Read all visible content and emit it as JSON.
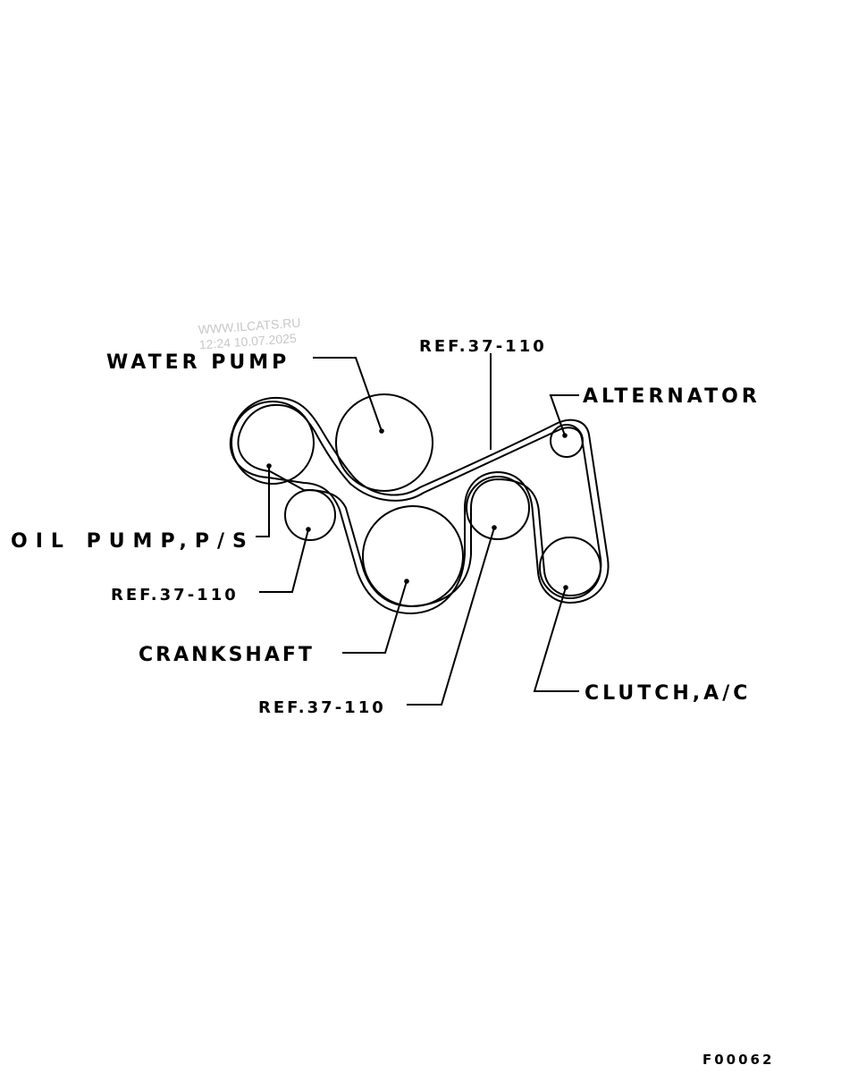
{
  "watermark": {
    "site": "WWW.ILCATS.RU",
    "timestamp": "12:24 10.07.2025"
  },
  "labels": {
    "water_pump": "WATER PUMP",
    "alternator": "ALTERNATOR",
    "oil_pump": "OIL PUMP,P/S",
    "crankshaft": "CRANKSHAFT",
    "clutch": "CLUTCH,A/C",
    "ref_top": "REF.37-110",
    "ref_left": "REF.37-110",
    "ref_bottom": "REF.37-110"
  },
  "figure_code": "F00062"
}
